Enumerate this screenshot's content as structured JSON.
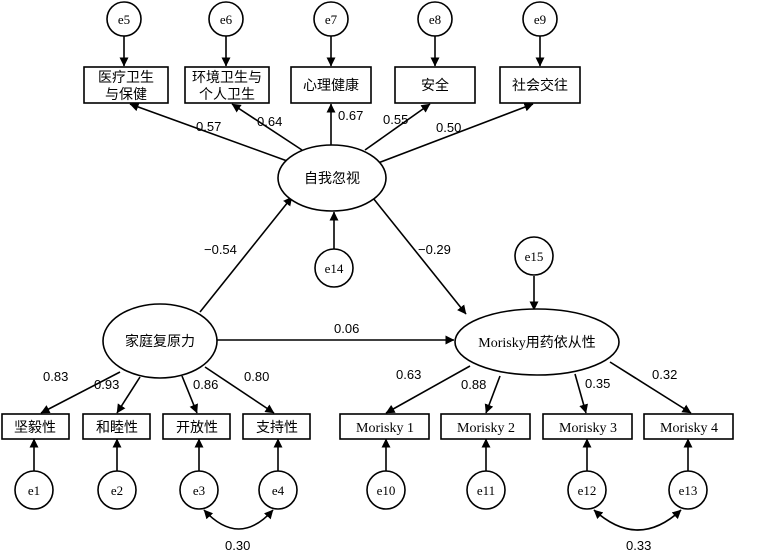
{
  "latent": {
    "self_neglect": "自我忽视",
    "family_resilience": "家庭复原力",
    "adherence": "Morisky用药依从性"
  },
  "indicators": {
    "medical_health_line1": "医疗卫生",
    "medical_health_line2": "与保健",
    "env_hygiene_line1": "环境卫生与",
    "env_hygiene_line2": "个人卫生",
    "mental_health": "心理健康",
    "safety": "安全",
    "social": "社会交往",
    "tenacity": "坚毅性",
    "harmony": "和睦性",
    "openness": "开放性",
    "support": "支持性",
    "morisky1": "Morisky 1",
    "morisky2": "Morisky 2",
    "morisky3": "Morisky 3",
    "morisky4": "Morisky 4"
  },
  "errors": {
    "e1": "e1",
    "e2": "e2",
    "e3": "e3",
    "e4": "e4",
    "e5": "e5",
    "e6": "e6",
    "e7": "e7",
    "e8": "e8",
    "e9": "e9",
    "e10": "e10",
    "e11": "e11",
    "e12": "e12",
    "e13": "e13",
    "e14": "e14",
    "e15": "e15"
  },
  "coefficients": {
    "sn_medical": "0.57",
    "sn_env": "0.64",
    "sn_mental": "0.67",
    "sn_safety": "0.55",
    "sn_social": "0.50",
    "fr_sn": "−0.54",
    "sn_adh": "−0.29",
    "fr_adh": "0.06",
    "fr_tenacity": "0.83",
    "fr_harmony": "0.93",
    "fr_openness": "0.86",
    "fr_support": "0.80",
    "adh_m1": "0.63",
    "adh_m2": "0.88",
    "adh_m3": "0.35",
    "adh_m4": "0.32",
    "cov_e3_e4": "0.30",
    "cov_e12_e13": "0.33"
  }
}
